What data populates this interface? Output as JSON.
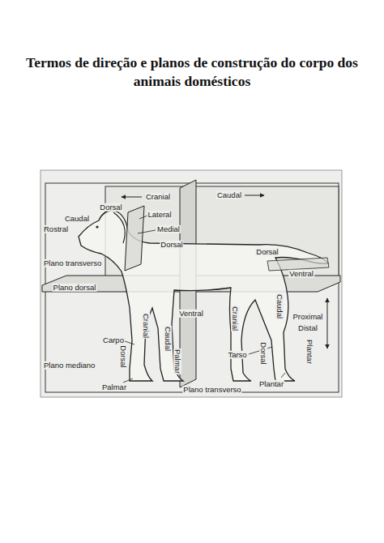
{
  "diagram": {
    "title": "Termos de direção e planos de construção do corpo dos animais domésticos",
    "labels": [
      "Cranial",
      "Caudal",
      "Dorsal",
      "Lateral",
      "Caudal",
      "Medial",
      "Rostral",
      "Dorsal",
      "Dorsal",
      "Plano transverso",
      "Ventral",
      "Plano dorsal",
      "Cranial",
      "Ventral",
      "Cranial",
      "Caudal",
      "Caudal",
      "Proximal",
      "Distal",
      "Palmar",
      "Carpo",
      "Tarso",
      "Dorsal",
      "Dorsal",
      "Plantar",
      "Plano mediano",
      "Plano transverso",
      "Plantar",
      "Palmar"
    ]
  }
}
